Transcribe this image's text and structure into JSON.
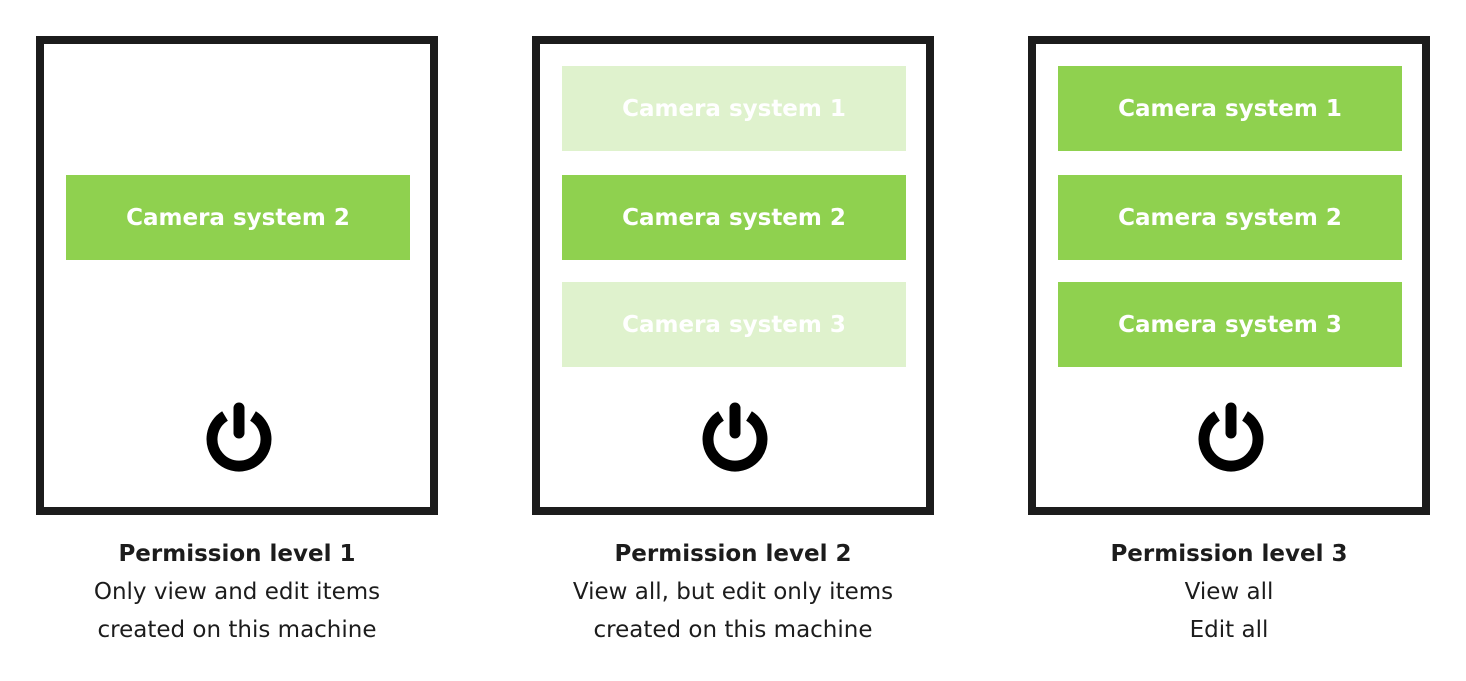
{
  "colors": {
    "active": "#8fd14f",
    "faded": "#dff2cd",
    "border": "#1c1c1c"
  },
  "panels": [
    {
      "title": "Permission level 1",
      "lines": [
        "Only view and edit items",
        "created on this machine"
      ],
      "items": [
        {
          "label": "Camera system 2",
          "state": "active"
        }
      ],
      "icon": "power-icon"
    },
    {
      "title": "Permission level 2",
      "lines": [
        "View all, but edit only items",
        "created on this machine"
      ],
      "items": [
        {
          "label": "Camera system 1",
          "state": "faded"
        },
        {
          "label": "Camera system 2",
          "state": "active"
        },
        {
          "label": "Camera system 3",
          "state": "faded"
        }
      ],
      "icon": "power-icon"
    },
    {
      "title": "Permission level 3",
      "lines": [
        "View all",
        "Edit all"
      ],
      "items": [
        {
          "label": "Camera system 1",
          "state": "active"
        },
        {
          "label": "Camera system 2",
          "state": "active"
        },
        {
          "label": "Camera system 3",
          "state": "active"
        }
      ],
      "icon": "power-icon"
    }
  ]
}
